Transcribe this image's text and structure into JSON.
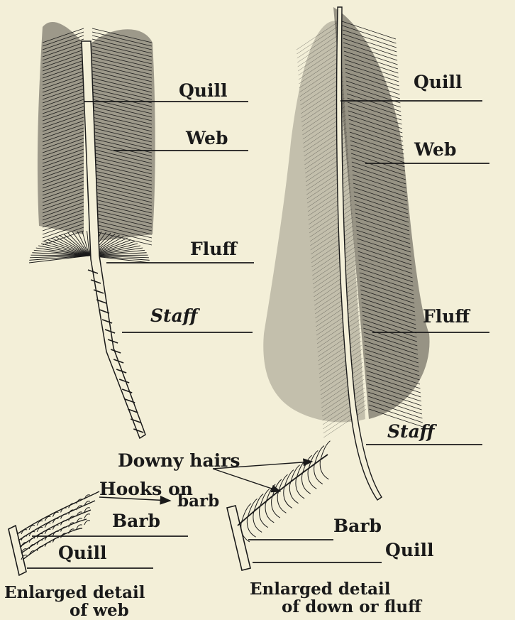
{
  "labels": {
    "left_feather": {
      "quill": "Quill",
      "web": "Web",
      "fluff": "Fluff",
      "staff": "Staff"
    },
    "right_feather": {
      "quill": "Quill",
      "web": "Web",
      "fluff": "Fluff",
      "staff": "Staff"
    },
    "web_detail": {
      "hooks_line1": "Hooks on",
      "hooks_line2": "barb",
      "barb": "Barb",
      "quill": "Quill",
      "caption_line1": "Enlarged detail",
      "caption_line2": "of web"
    },
    "down_detail": {
      "downy_hairs": "Downy hairs",
      "barb": "Barb",
      "quill": "Quill",
      "caption_line1": "Enlarged detail",
      "caption_line2": "of down or fluff"
    }
  }
}
